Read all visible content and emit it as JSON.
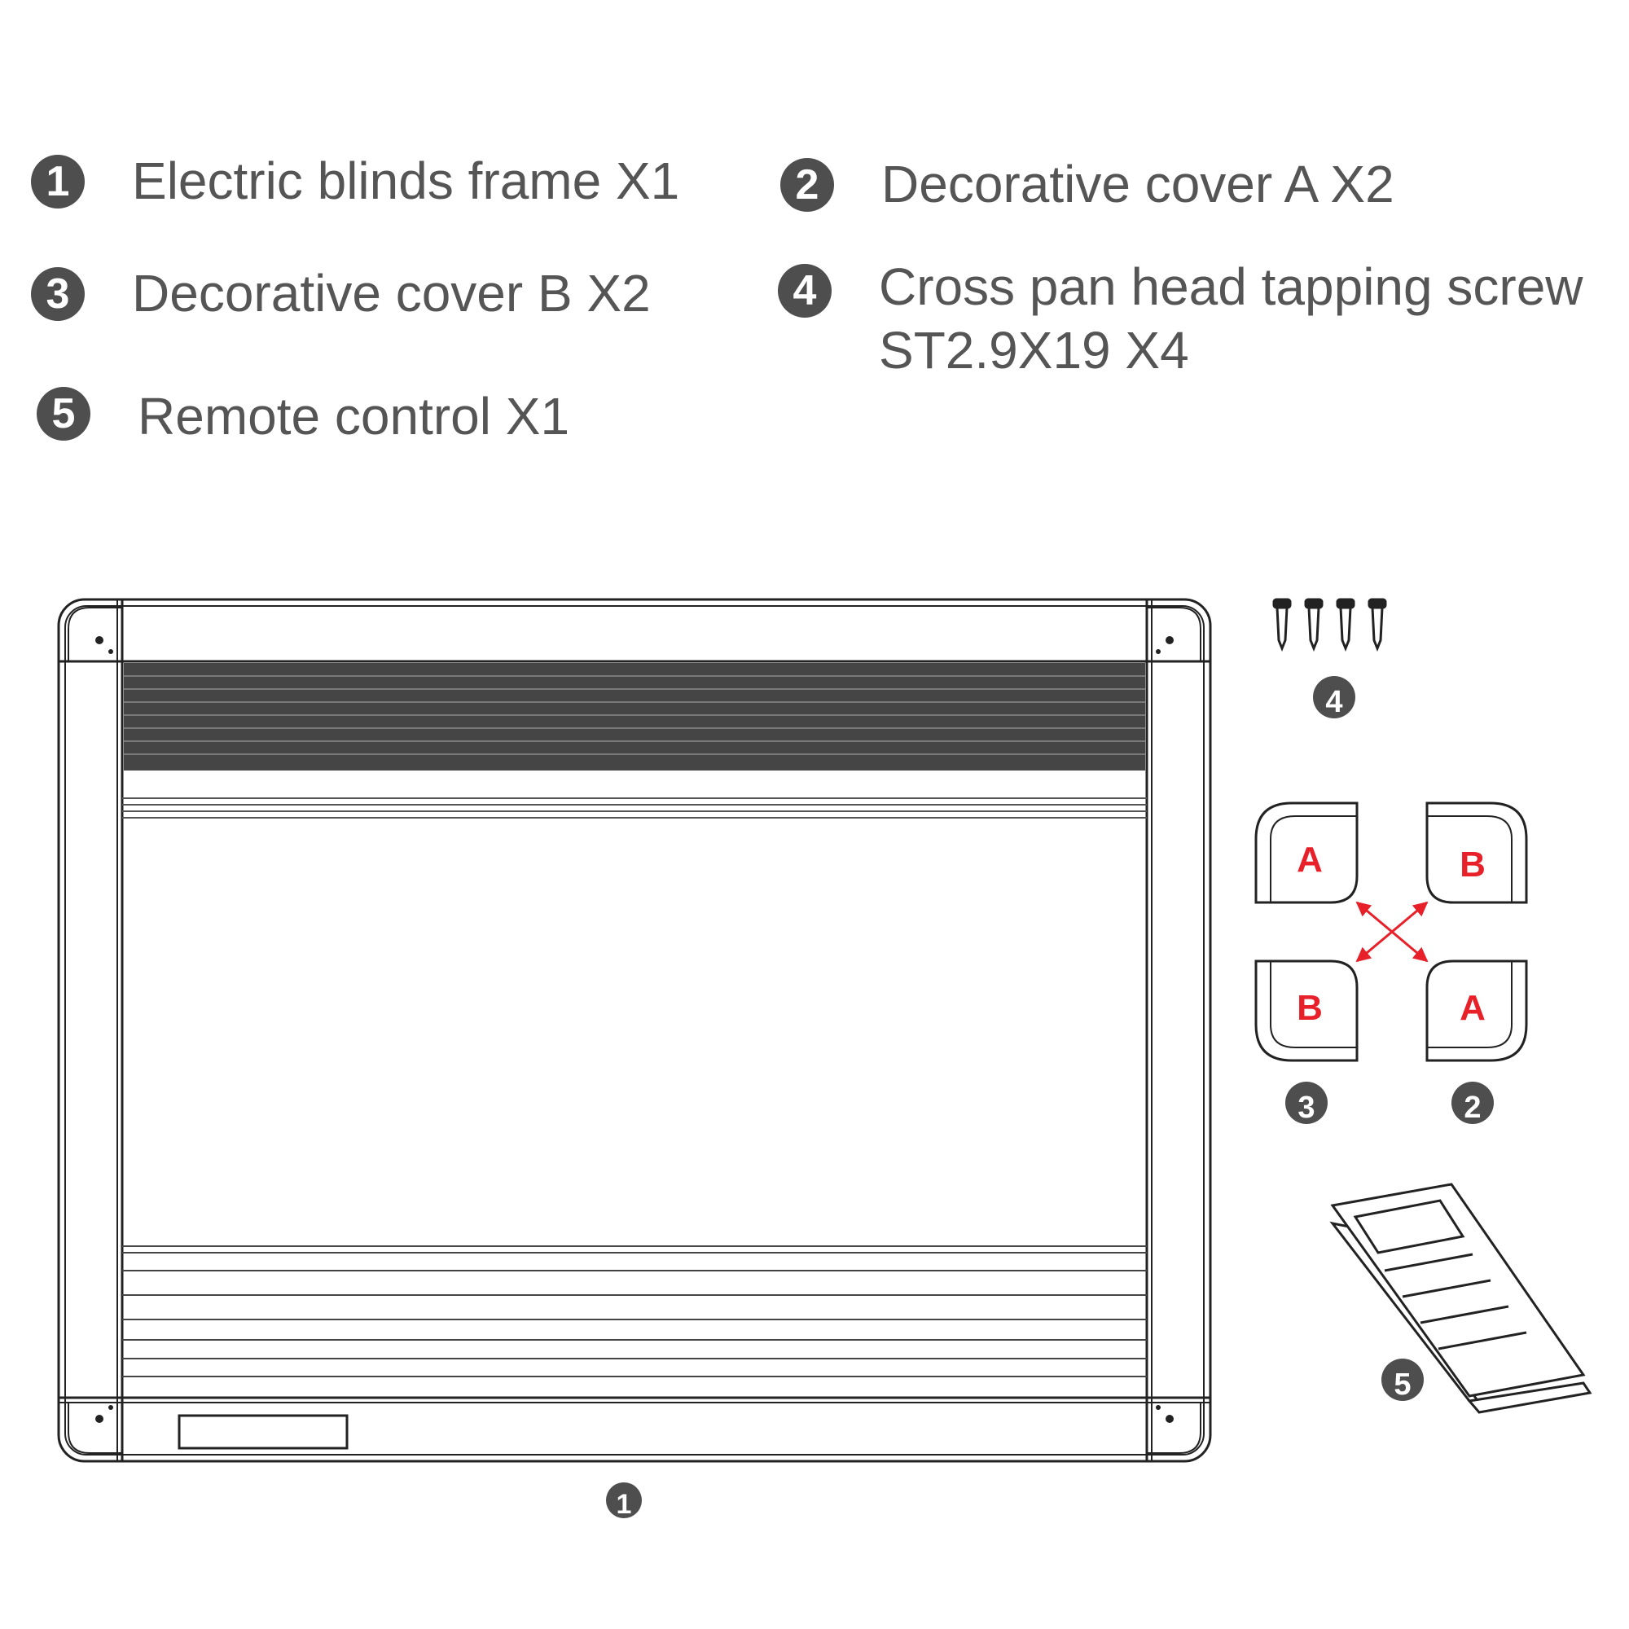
{
  "parts": [
    {
      "number": "1",
      "label": "Electric blinds frame X1"
    },
    {
      "number": "2",
      "label": "Decorative cover A X2"
    },
    {
      "number": "3",
      "label": "Decorative cover B X2"
    },
    {
      "number": "4",
      "label": "Cross pan head tapping screw",
      "label_line2": "ST2.9X19 X4"
    },
    {
      "number": "5",
      "label": "Remote control X1"
    }
  ],
  "callouts": {
    "frame": "1",
    "screws": "4",
    "cover_b": "3",
    "cover_a": "2",
    "remote": "5"
  },
  "cover_letters": {
    "top_left": "A",
    "top_right": "B",
    "bottom_left": "B",
    "bottom_right": "A"
  },
  "colors": {
    "ink": "#222222",
    "text": "#555555",
    "badge": "#4e4e4e",
    "accent": "#e8202a",
    "shade_fill": "#454545"
  }
}
